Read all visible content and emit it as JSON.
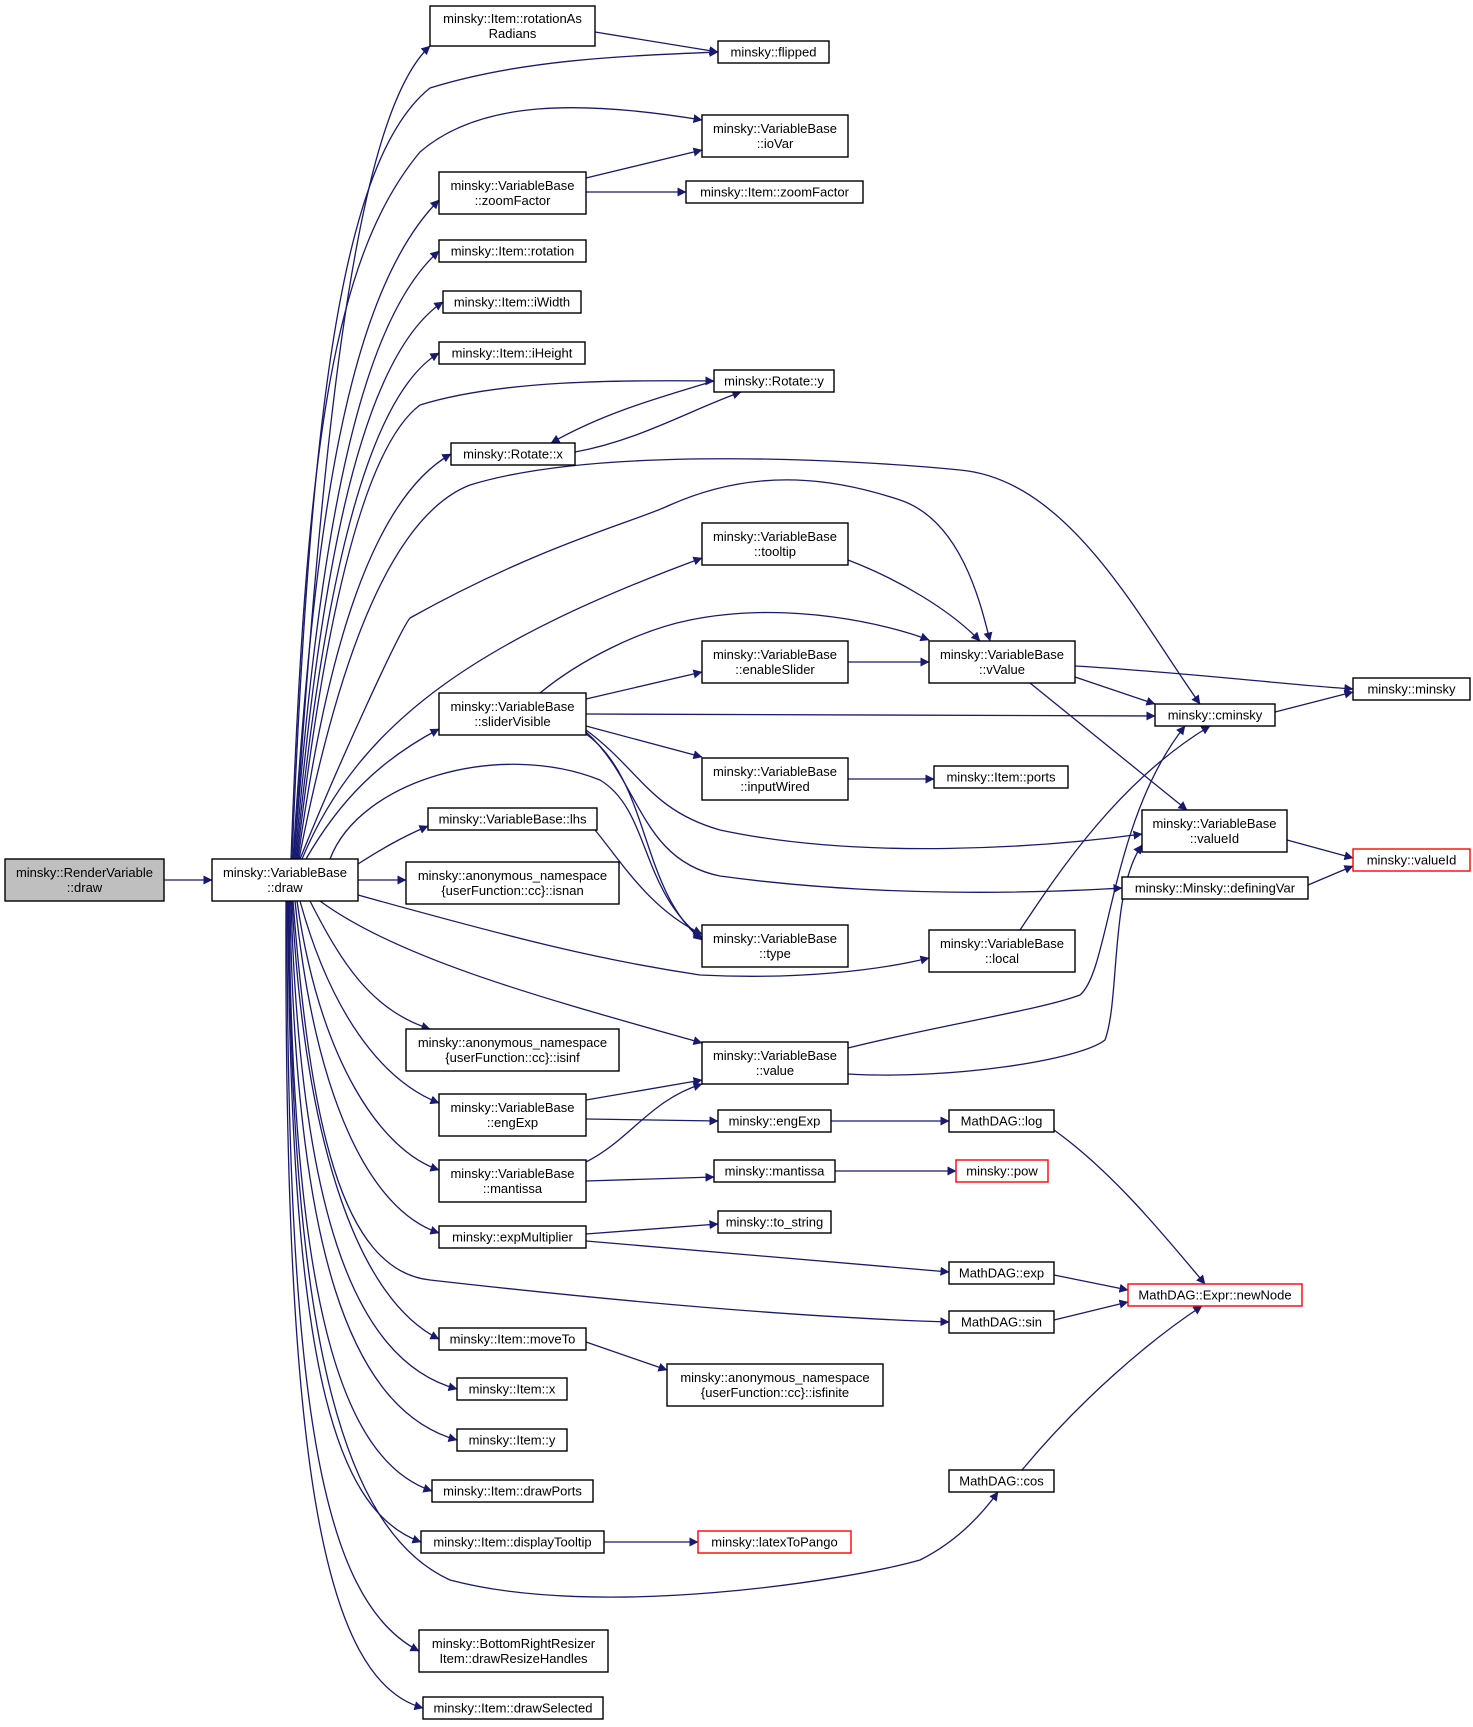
{
  "diagram": {
    "type": "call-graph",
    "edge_color": "#191970",
    "node_border_color": "#000000",
    "root_fill_color": "#bfbfbf",
    "truncated_border_color": "#ff0000",
    "nodes": [
      {
        "id": "rv",
        "lines": [
          "minsky::RenderVariable",
          "::draw"
        ],
        "kind": "root"
      },
      {
        "id": "vbdraw",
        "lines": [
          "minsky::VariableBase",
          "::draw"
        ]
      },
      {
        "id": "rotRad",
        "lines": [
          "minsky::Item::rotationAs",
          "Radians"
        ]
      },
      {
        "id": "flipped",
        "lines": [
          "minsky::flipped"
        ]
      },
      {
        "id": "ioVar",
        "lines": [
          "minsky::VariableBase",
          "::ioVar"
        ]
      },
      {
        "id": "vbzoom",
        "lines": [
          "minsky::VariableBase",
          "::zoomFactor"
        ]
      },
      {
        "id": "itemzoom",
        "lines": [
          "minsky::Item::zoomFactor"
        ]
      },
      {
        "id": "rotation",
        "lines": [
          "minsky::Item::rotation"
        ]
      },
      {
        "id": "iWidth",
        "lines": [
          "minsky::Item::iWidth"
        ]
      },
      {
        "id": "iHeight",
        "lines": [
          "minsky::Item::iHeight"
        ]
      },
      {
        "id": "roty",
        "lines": [
          "minsky::Rotate::y"
        ]
      },
      {
        "id": "rotx",
        "lines": [
          "minsky::Rotate::x"
        ]
      },
      {
        "id": "tooltip",
        "lines": [
          "minsky::VariableBase",
          "::tooltip"
        ]
      },
      {
        "id": "enSlider",
        "lines": [
          "minsky::VariableBase",
          "::enableSlider"
        ]
      },
      {
        "id": "vValue",
        "lines": [
          "minsky::VariableBase",
          "::vValue"
        ]
      },
      {
        "id": "slVis",
        "lines": [
          "minsky::VariableBase",
          "::sliderVisible"
        ]
      },
      {
        "id": "minsky",
        "lines": [
          "minsky::minsky"
        ]
      },
      {
        "id": "cminsky",
        "lines": [
          "minsky::cminsky"
        ]
      },
      {
        "id": "inWired",
        "lines": [
          "minsky::VariableBase",
          "::inputWired"
        ]
      },
      {
        "id": "ports",
        "lines": [
          "minsky::Item::ports"
        ]
      },
      {
        "id": "lhs",
        "lines": [
          "minsky::VariableBase::lhs"
        ]
      },
      {
        "id": "valueIdM",
        "lines": [
          "minsky::VariableBase",
          "::valueId"
        ]
      },
      {
        "id": "valueId",
        "lines": [
          "minsky::valueId"
        ],
        "kind": "trunc"
      },
      {
        "id": "isnan",
        "lines": [
          "minsky::anonymous_namespace",
          "{userFunction::cc}::isnan"
        ]
      },
      {
        "id": "defVar",
        "lines": [
          "minsky::Minsky::definingVar"
        ]
      },
      {
        "id": "type",
        "lines": [
          "minsky::VariableBase",
          "::type"
        ]
      },
      {
        "id": "local",
        "lines": [
          "minsky::VariableBase",
          "::local"
        ]
      },
      {
        "id": "isinf",
        "lines": [
          "minsky::anonymous_namespace",
          "{userFunction::cc}::isinf"
        ]
      },
      {
        "id": "value",
        "lines": [
          "minsky::VariableBase",
          "::value"
        ]
      },
      {
        "id": "vbEngExp",
        "lines": [
          "minsky::VariableBase",
          "::engExp"
        ]
      },
      {
        "id": "engExp",
        "lines": [
          "minsky::engExp"
        ]
      },
      {
        "id": "log",
        "lines": [
          "MathDAG::log"
        ]
      },
      {
        "id": "vbMant",
        "lines": [
          "minsky::VariableBase",
          "::mantissa"
        ]
      },
      {
        "id": "mant",
        "lines": [
          "minsky::mantissa"
        ]
      },
      {
        "id": "pow",
        "lines": [
          "minsky::pow"
        ],
        "kind": "trunc"
      },
      {
        "id": "expMul",
        "lines": [
          "minsky::expMultiplier"
        ]
      },
      {
        "id": "toString",
        "lines": [
          "minsky::to_string"
        ]
      },
      {
        "id": "exp",
        "lines": [
          "MathDAG::exp"
        ]
      },
      {
        "id": "newNode",
        "lines": [
          "MathDAG::Expr::newNode"
        ],
        "kind": "trunc"
      },
      {
        "id": "sin",
        "lines": [
          "MathDAG::sin"
        ]
      },
      {
        "id": "moveTo",
        "lines": [
          "minsky::Item::moveTo"
        ]
      },
      {
        "id": "isfinite",
        "lines": [
          "minsky::anonymous_namespace",
          "{userFunction::cc}::isfinite"
        ]
      },
      {
        "id": "itemx",
        "lines": [
          "minsky::Item::x"
        ]
      },
      {
        "id": "itemy",
        "lines": [
          "minsky::Item::y"
        ]
      },
      {
        "id": "cos",
        "lines": [
          "MathDAG::cos"
        ]
      },
      {
        "id": "drawPorts",
        "lines": [
          "minsky::Item::drawPorts"
        ]
      },
      {
        "id": "dispTip",
        "lines": [
          "minsky::Item::displayTooltip"
        ]
      },
      {
        "id": "latex",
        "lines": [
          "minsky::latexToPango"
        ],
        "kind": "trunc"
      },
      {
        "id": "resize",
        "lines": [
          "minsky::BottomRightResizer",
          "Item::drawResizeHandles"
        ]
      },
      {
        "id": "drawSel",
        "lines": [
          "minsky::Item::drawSelected"
        ]
      }
    ]
  }
}
